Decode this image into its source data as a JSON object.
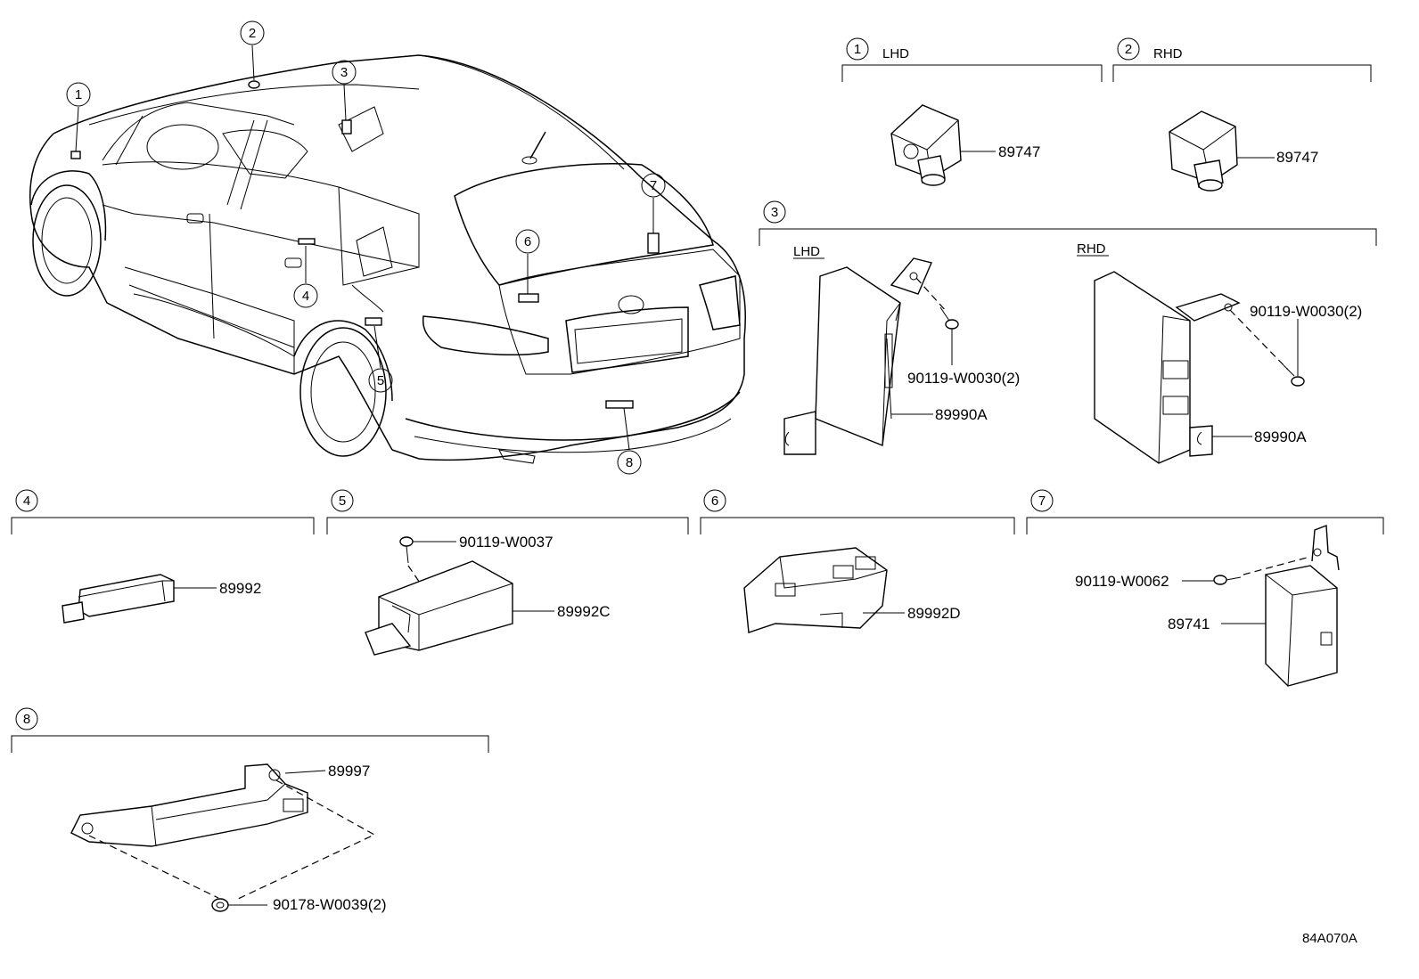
{
  "diagram_code": "84A070A",
  "callouts": [
    "1",
    "2",
    "3",
    "4",
    "5",
    "6",
    "7",
    "8"
  ],
  "section_labels": {
    "s1": "LHD",
    "s2": "RHD",
    "s3_lhd": "LHD",
    "s3_rhd": "RHD"
  },
  "parts": {
    "s1_part": "89747",
    "s2_part": "89747",
    "s3_lhd_part": "89990A",
    "s3_lhd_bolt": "90119-W0030(2)",
    "s3_rhd_part": "89990A",
    "s3_rhd_bolt": "90119-W0030(2)",
    "s4_part": "89992",
    "s5_part": "89992C",
    "s5_bolt": "90119-W0037",
    "s6_part": "89992D",
    "s7_part": "89741",
    "s7_bolt": "90119-W0062",
    "s8_part": "89997",
    "s8_nut": "90178-W0039(2)"
  }
}
